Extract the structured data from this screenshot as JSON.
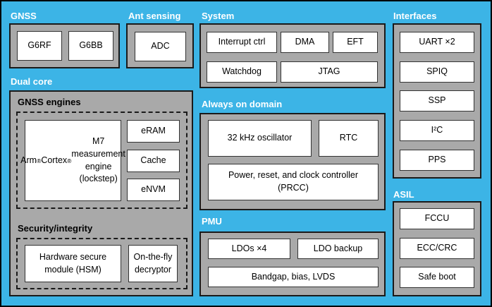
{
  "colors": {
    "background_blue": "#3cb4e6",
    "panel_gray": "#a9a9a9",
    "block_white": "#ffffff",
    "border_black": "#1a1a1a",
    "section_label_text": "#ffffff",
    "inner_label_text": "#000000"
  },
  "sections": {
    "gnss": {
      "label": "GNSS",
      "blocks": [
        "G6RF",
        "G6BB"
      ]
    },
    "ant_sensing": {
      "label": "Ant sensing",
      "blocks": [
        "ADC"
      ]
    },
    "system": {
      "label": "System",
      "blocks": [
        "Interrupt ctrl",
        "DMA",
        "EFT",
        "Watchdog",
        "JTAG"
      ]
    },
    "interfaces": {
      "label": "Interfaces",
      "blocks": [
        "UART ×2",
        "SPIQ",
        "SSP",
        "I²C",
        "PPS"
      ]
    },
    "dual_core": {
      "label": "Dual core",
      "gnss_engines": {
        "label": "GNSS engines",
        "cpu_block": "Arm® Cortex® M7\nmeasurement engine\n(lockstep)",
        "blocks": [
          "eRAM",
          "Cache",
          "eNVM"
        ]
      },
      "security_integrity": {
        "label": "Security/integrity",
        "blocks": [
          "Hardware secure\nmodule (HSM)",
          "On-the-fly\ndecryptor"
        ]
      }
    },
    "always_on_domain": {
      "label": "Always on domain",
      "blocks": [
        "32 kHz oscillator",
        "RTC",
        "Power, reset, and clock controller\n(PRCC)"
      ]
    },
    "pmu": {
      "label": "PMU",
      "blocks": [
        "LDOs ×4",
        "LDO backup",
        "Bandgap, bias, LVDS"
      ]
    },
    "asil": {
      "label": "ASIL",
      "blocks": [
        "FCCU",
        "ECC/CRC",
        "Safe boot"
      ]
    }
  }
}
